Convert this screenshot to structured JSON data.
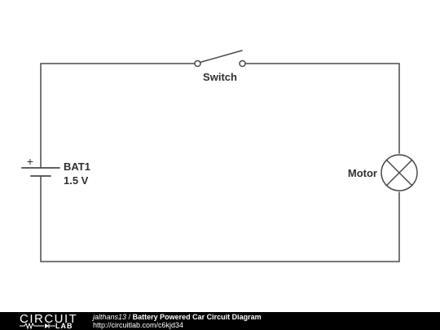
{
  "diagram": {
    "switch_label": "Switch",
    "battery": {
      "name": "BAT1",
      "value": "1.5 V",
      "plus_sign": "+"
    },
    "motor_label": "Motor"
  },
  "footer": {
    "logo_circuit": "CIRCUIT",
    "logo_lab": "LAB",
    "author": "jalthans13",
    "separator": "/",
    "title": "Battery Powered Car Circuit Diagram",
    "url": "http://circuitlab.com/c6kjd34"
  }
}
